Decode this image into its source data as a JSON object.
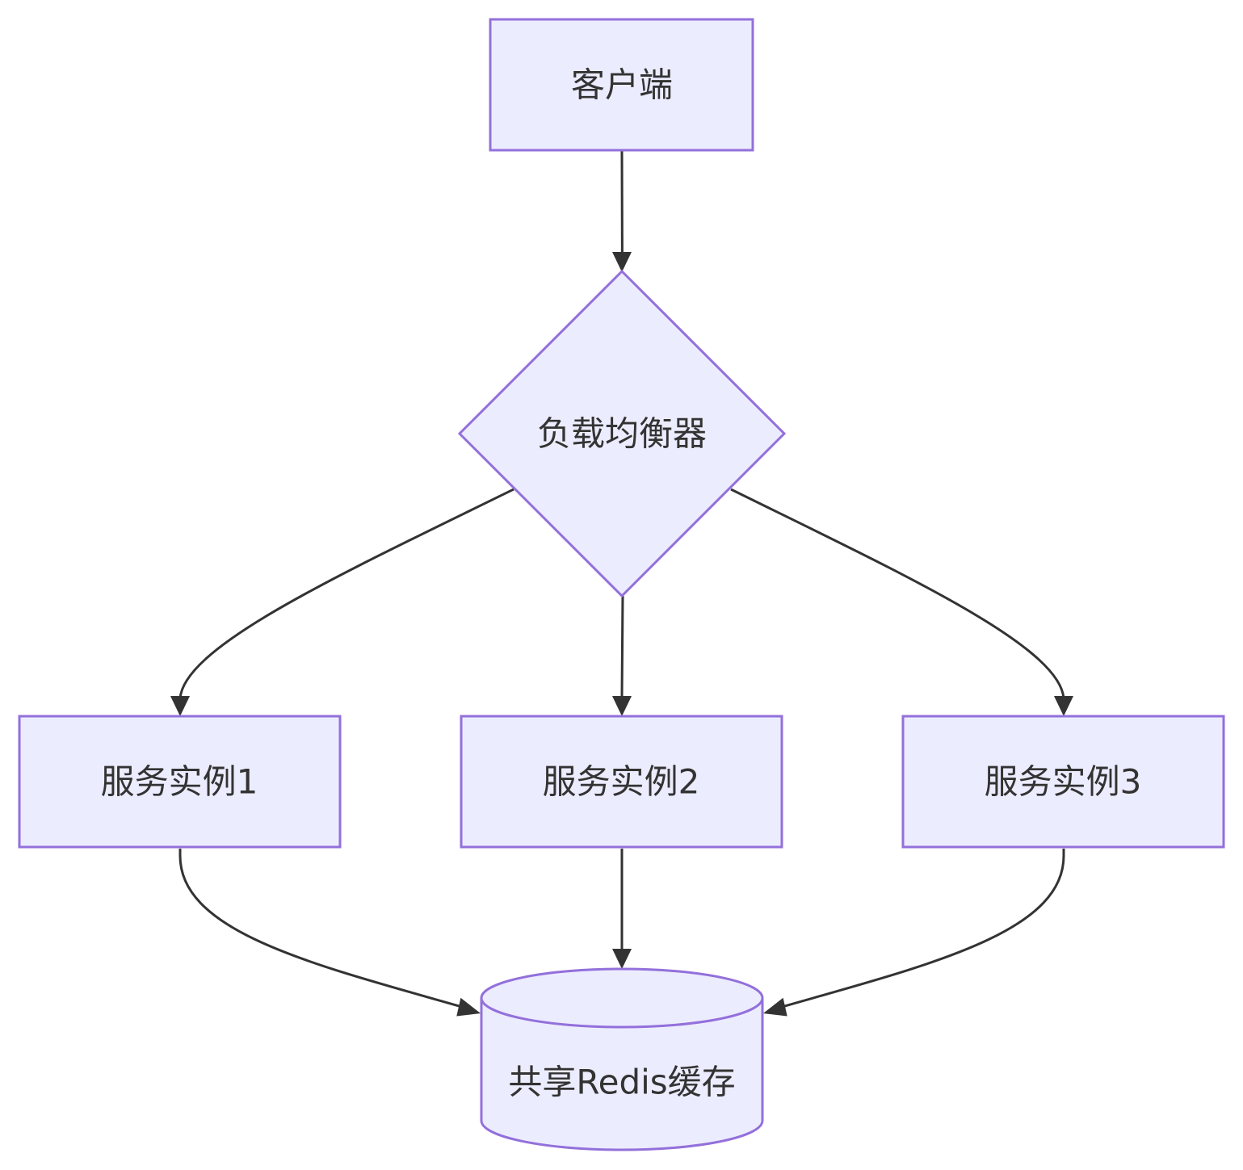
{
  "diagram": {
    "nodes": {
      "client": {
        "label": "客户端",
        "shape": "rectangle"
      },
      "load_balancer": {
        "label": "负载均衡器",
        "shape": "diamond"
      },
      "service_1": {
        "label": "服务实例1",
        "shape": "rectangle"
      },
      "service_2": {
        "label": "服务实例2",
        "shape": "rectangle"
      },
      "service_3": {
        "label": "服务实例3",
        "shape": "rectangle"
      },
      "redis_cache": {
        "label": "共享Redis缓存",
        "shape": "cylinder"
      }
    },
    "edges": [
      {
        "from": "client",
        "to": "load_balancer"
      },
      {
        "from": "load_balancer",
        "to": "service_1"
      },
      {
        "from": "load_balancer",
        "to": "service_2"
      },
      {
        "from": "load_balancer",
        "to": "service_3"
      },
      {
        "from": "service_1",
        "to": "redis_cache"
      },
      {
        "from": "service_2",
        "to": "redis_cache"
      },
      {
        "from": "service_3",
        "to": "redis_cache"
      }
    ],
    "colors": {
      "node_fill": "#ECECFF",
      "node_stroke": "#9370DB",
      "edge": "#333333",
      "text": "#333333"
    }
  }
}
